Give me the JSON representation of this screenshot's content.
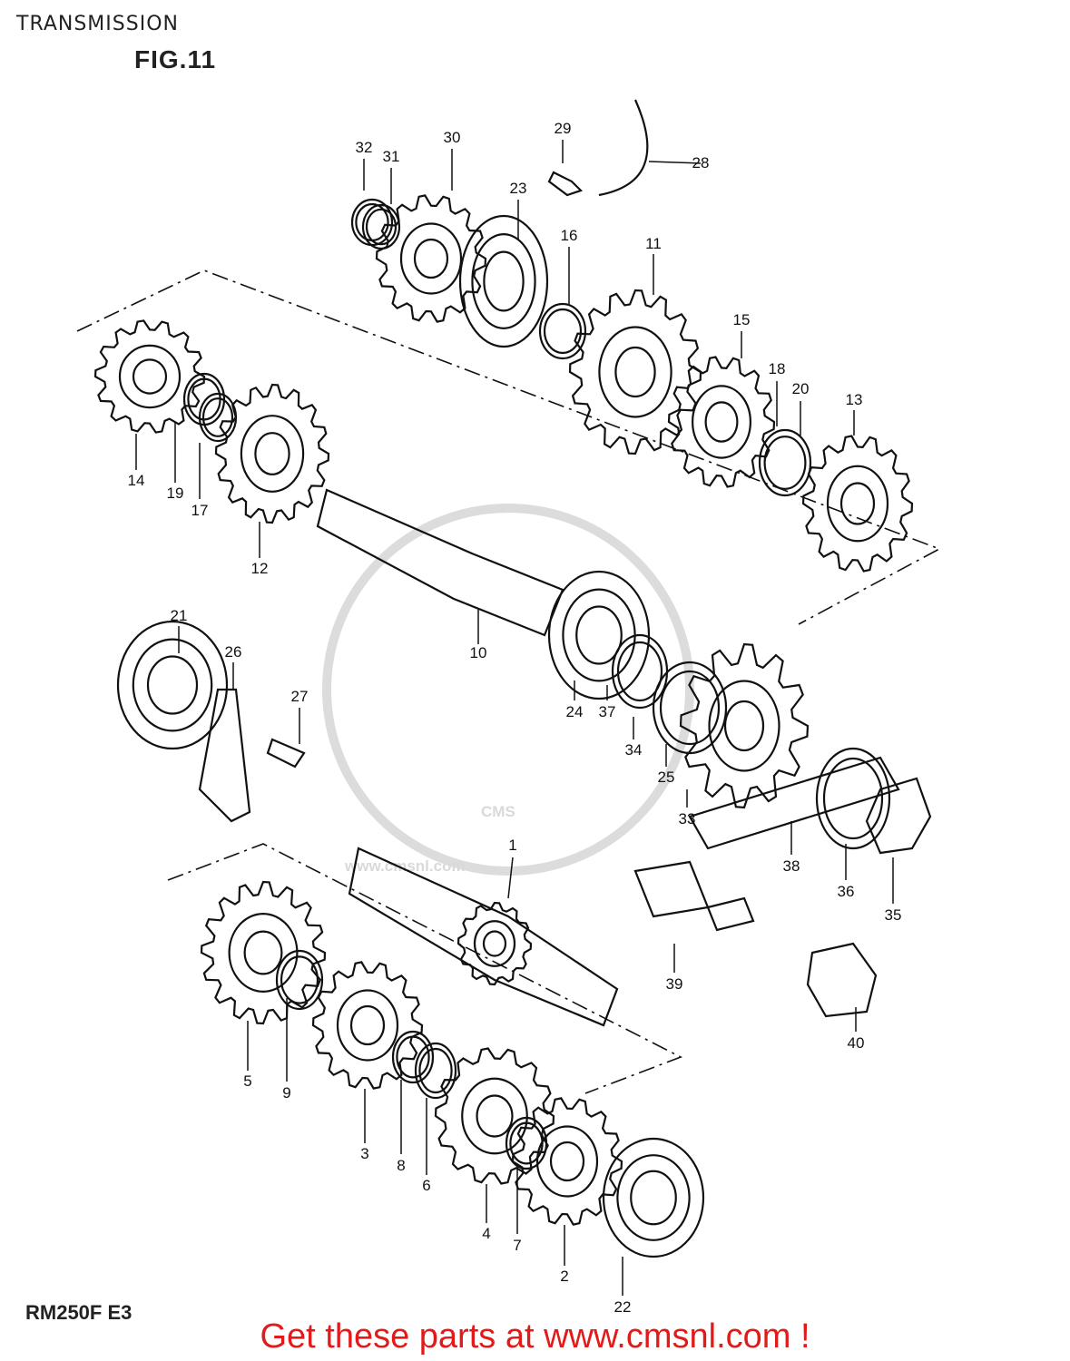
{
  "header": {
    "title": "TRANSMISSION",
    "figure": "FIG.11"
  },
  "footer": {
    "model": "RM250F  E3",
    "cta": "Get these parts at www.cmsnl.com !"
  },
  "watermark": {
    "brand": "CMS",
    "url": "www.cmsnl.com"
  },
  "callouts": [
    "1",
    "2",
    "3",
    "4",
    "5",
    "6",
    "7",
    "8",
    "9",
    "10",
    "11",
    "12",
    "13",
    "14",
    "15",
    "16",
    "17",
    "18",
    "19",
    "20",
    "21",
    "22",
    "23",
    "24",
    "25",
    "26",
    "27",
    "28",
    "29",
    "30",
    "31",
    "32",
    "33",
    "34",
    "35",
    "36",
    "37",
    "38",
    "39",
    "40"
  ],
  "colors": {
    "line": "#111111",
    "cta": "#e21a1a",
    "watermark": "#d9d9d9"
  }
}
